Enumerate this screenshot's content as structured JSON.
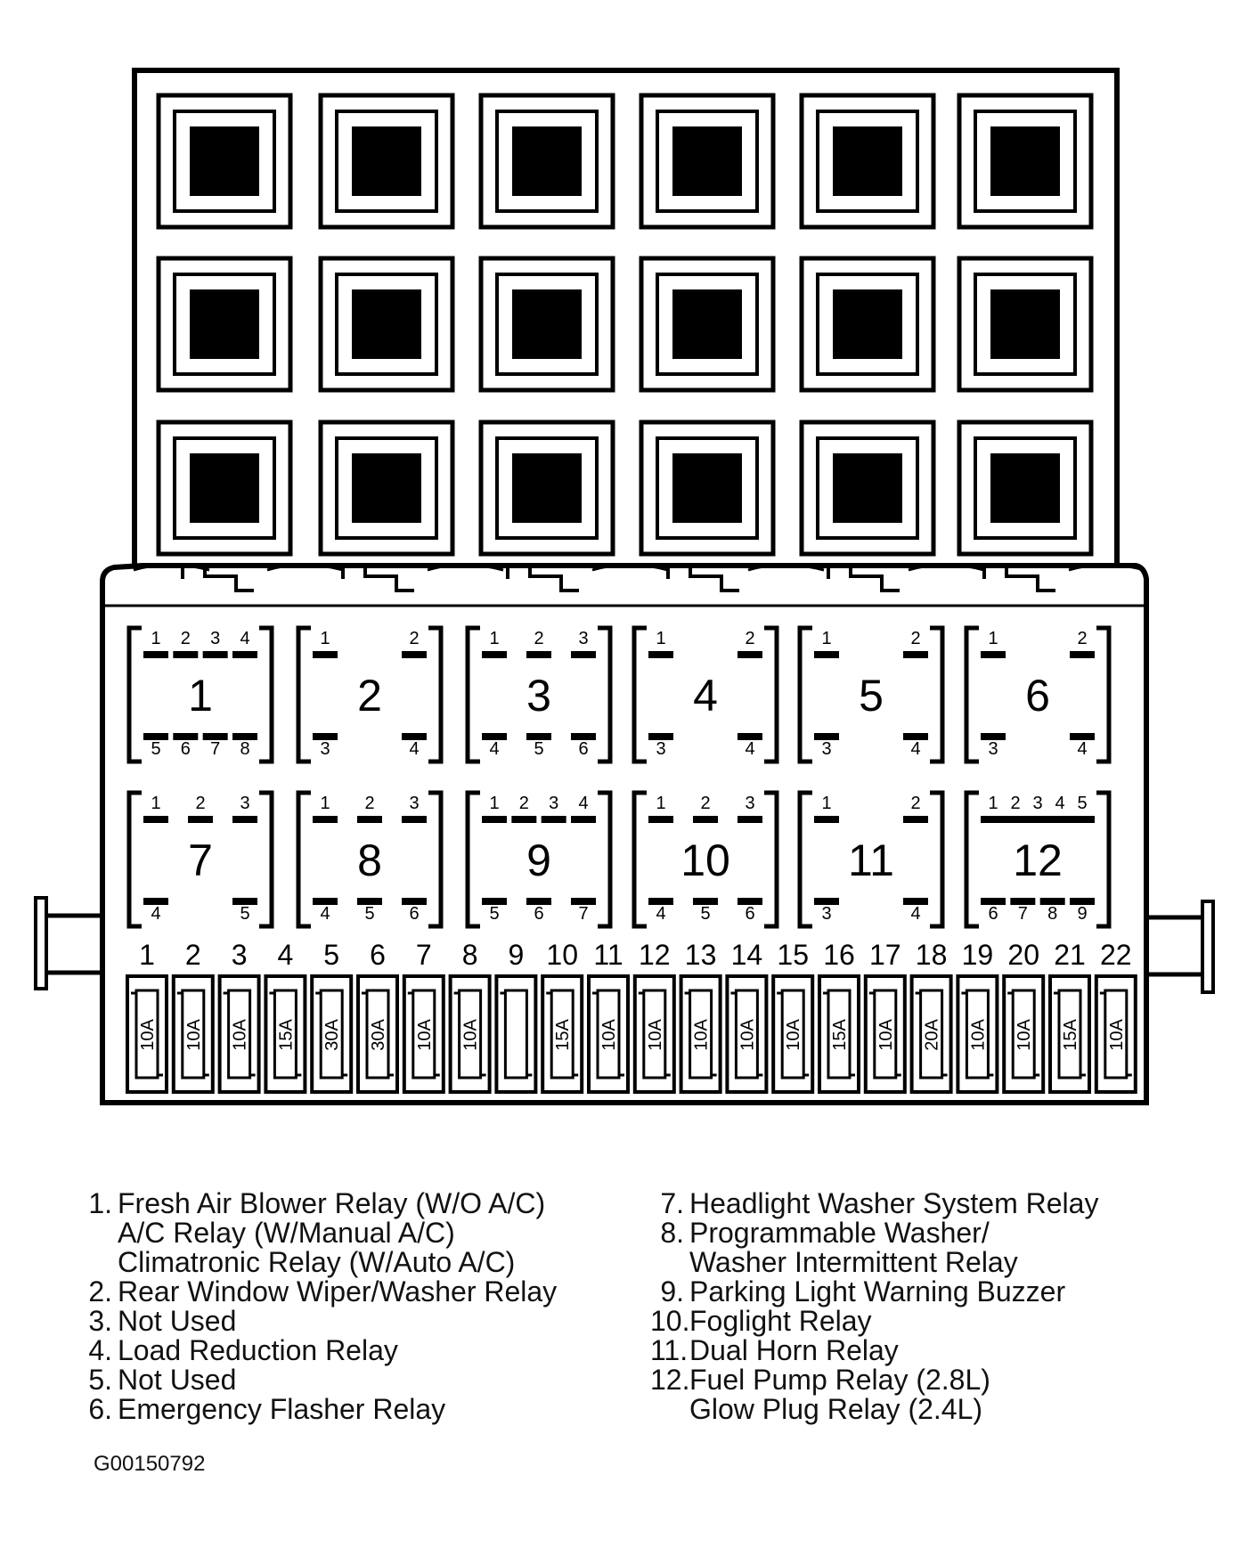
{
  "fuse_numbers": [
    "1",
    "2",
    "3",
    "4",
    "5",
    "6",
    "7",
    "8",
    "9",
    "10",
    "11",
    "12",
    "13",
    "14",
    "15",
    "16",
    "17",
    "18",
    "19",
    "20",
    "21",
    "22"
  ],
  "fuse_ratings": [
    "10A",
    "10A",
    "10A",
    "15A",
    "30A",
    "30A",
    "10A",
    "10A",
    "",
    "15A",
    "10A",
    "10A",
    "10A",
    "10A",
    "10A",
    "15A",
    "10A",
    "20A",
    "10A",
    "10A",
    "15A",
    "10A"
  ],
  "relay_sockets": [
    {
      "num": "1",
      "pins": [
        "1",
        "2",
        "3",
        "4",
        "5",
        "6",
        "7",
        "8"
      ]
    },
    {
      "num": "2",
      "pins": [
        "1",
        "2",
        "3",
        "4"
      ]
    },
    {
      "num": "3",
      "pins": [
        "1",
        "2",
        "3",
        "4",
        "5",
        "6"
      ]
    },
    {
      "num": "4",
      "pins": [
        "1",
        "2",
        "3",
        "4"
      ]
    },
    {
      "num": "5",
      "pins": [
        "1",
        "2",
        "3",
        "4"
      ]
    },
    {
      "num": "6",
      "pins": [
        "1",
        "2",
        "3",
        "4"
      ]
    },
    {
      "num": "7",
      "pins": [
        "1",
        "2",
        "3",
        "4",
        "5"
      ]
    },
    {
      "num": "8",
      "pins": [
        "1",
        "2",
        "3",
        "4",
        "5",
        "6"
      ]
    },
    {
      "num": "9",
      "pins": [
        "1",
        "2",
        "3",
        "4",
        "5",
        "6",
        "7"
      ]
    },
    {
      "num": "10",
      "pins": [
        "1",
        "2",
        "3",
        "4",
        "5",
        "6"
      ]
    },
    {
      "num": "11",
      "pins": [
        "1",
        "2",
        "3",
        "4"
      ]
    },
    {
      "num": "12",
      "pins": [
        "1",
        "2",
        "3",
        "4",
        "5",
        "6",
        "7",
        "8",
        "9"
      ]
    }
  ],
  "legend_left": [
    {
      "num": "1.",
      "lines": [
        "Fresh Air Blower Relay (W/O A/C)",
        "A/C Relay (W/Manual A/C)",
        "Climatronic Relay (W/Auto A/C)"
      ]
    },
    {
      "num": "2.",
      "lines": [
        "Rear Window Wiper/Washer Relay"
      ]
    },
    {
      "num": "3.",
      "lines": [
        "Not Used"
      ]
    },
    {
      "num": "4.",
      "lines": [
        "Load Reduction Relay"
      ]
    },
    {
      "num": "5.",
      "lines": [
        "Not Used"
      ]
    },
    {
      "num": "6.",
      "lines": [
        "Emergency Flasher Relay"
      ]
    }
  ],
  "legend_right": [
    {
      "num": "7.",
      "lines": [
        "Headlight Washer System Relay"
      ]
    },
    {
      "num": "8.",
      "lines": [
        "Programmable Washer/",
        "Washer Intermittent Relay"
      ]
    },
    {
      "num": "9.",
      "lines": [
        "Parking Light Warning Buzzer"
      ]
    },
    {
      "num": "10.",
      "lines": [
        "Foglight Relay"
      ]
    },
    {
      "num": "11.",
      "lines": [
        "Dual Horn Relay"
      ]
    },
    {
      "num": "12.",
      "lines": [
        "Fuel Pump Relay (2.8L)",
        "Glow Plug Relay (2.4L)"
      ]
    }
  ],
  "figure_id": "G00150792"
}
